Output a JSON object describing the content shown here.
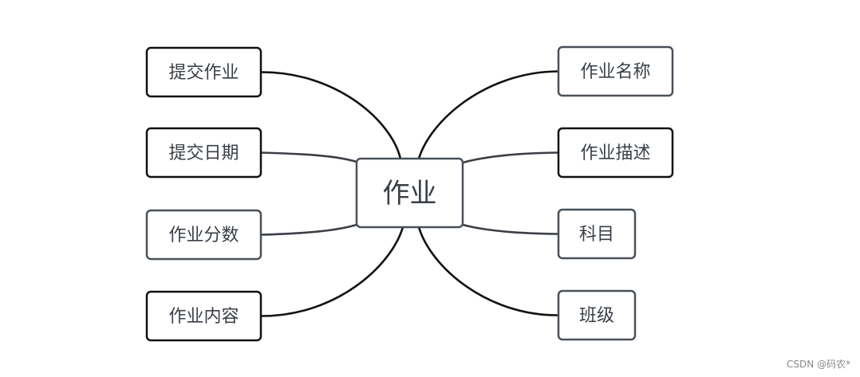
{
  "colors": {
    "dark_border": "#111111",
    "gray_border": "#4a5058",
    "edge_dark": "#111111",
    "edge_gray": "#3b3f45",
    "text": "#3a3f47"
  },
  "center": {
    "label": "作业"
  },
  "left_nodes": [
    {
      "label": "提交作业",
      "border": "dark"
    },
    {
      "label": "提交日期",
      "border": "dark"
    },
    {
      "label": "作业分数",
      "border": "gray"
    },
    {
      "label": "作业内容",
      "border": "dark"
    }
  ],
  "right_nodes": [
    {
      "label": "作业名称",
      "border": "gray"
    },
    {
      "label": "作业描述",
      "border": "dark"
    },
    {
      "label": "科目",
      "border": "gray"
    },
    {
      "label": "班级",
      "border": "gray"
    }
  ],
  "watermark": "CSDN @码农*"
}
